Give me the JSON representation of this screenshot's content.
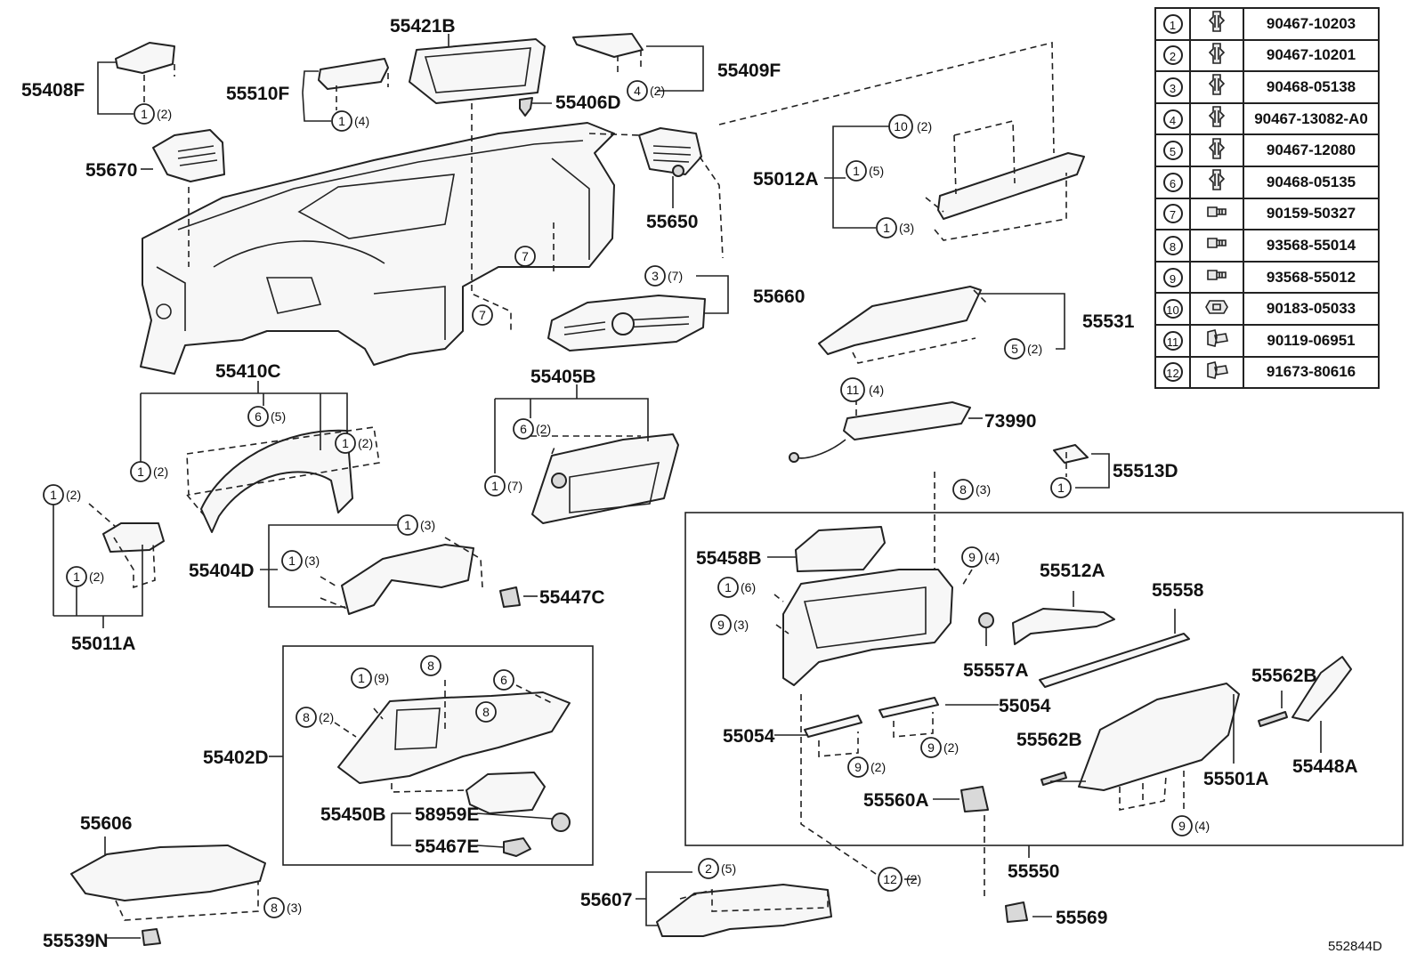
{
  "catalog_code": "552844D",
  "fastener_table": [
    {
      "key": "1",
      "icon": "clip-icon",
      "part_no": "90467-10203"
    },
    {
      "key": "2",
      "icon": "clip-icon",
      "part_no": "90467-10201"
    },
    {
      "key": "3",
      "icon": "clip-icon",
      "part_no": "90468-05138"
    },
    {
      "key": "4",
      "icon": "clip-icon",
      "part_no": "90467-13082-A0"
    },
    {
      "key": "5",
      "icon": "clip-icon",
      "part_no": "90467-12080"
    },
    {
      "key": "6",
      "icon": "clip-icon",
      "part_no": "90468-05135"
    },
    {
      "key": "7",
      "icon": "screw-icon",
      "part_no": "90159-50327"
    },
    {
      "key": "8",
      "icon": "screw-icon",
      "part_no": "93568-55014"
    },
    {
      "key": "9",
      "icon": "screw-icon",
      "part_no": "93568-55012"
    },
    {
      "key": "10",
      "icon": "nut-icon",
      "part_no": "90183-05033"
    },
    {
      "key": "11",
      "icon": "bolt-icon",
      "part_no": "90119-06951"
    },
    {
      "key": "12",
      "icon": "bolt-icon",
      "part_no": "91673-80616"
    }
  ],
  "part_labels": {
    "p55421B": "55421B",
    "p55408F": "55408F",
    "p55510F": "55510F",
    "p55409F": "55409F",
    "p55406D": "55406D",
    "p55670": "55670",
    "p55650": "55650",
    "p55012A": "55012A",
    "p55660": "55660",
    "p55531": "55531",
    "p55410C": "55410C",
    "p55405B": "55405B",
    "p73990": "73990",
    "p55513D": "55513D",
    "p55404D": "55404D",
    "p55447C": "55447C",
    "p55011A": "55011A",
    "p55458B": "55458B",
    "p55512A": "55512A",
    "p55558": "55558",
    "p55557A": "55557A",
    "p55402D": "55402D",
    "p55054a": "55054",
    "p55054b": "55054",
    "p55562Ba": "55562B",
    "p55562Bb": "55562B",
    "p55501A": "55501A",
    "p55448A": "55448A",
    "p55560A": "55560A",
    "p55450B": "55450B",
    "p58959E": "58959E",
    "p55467E": "55467E",
    "p55606": "55606",
    "p55550": "55550",
    "p55607": "55607",
    "p55569": "55569",
    "p55539N": "55539N"
  },
  "callouts": {
    "c01": {
      "num": "1",
      "qty": "(2)"
    },
    "c02": {
      "num": "1",
      "qty": "(4)"
    },
    "c03": {
      "num": "4",
      "qty": "(2)"
    },
    "c04": {
      "num": "10",
      "qty": "(2)"
    },
    "c05": {
      "num": "1",
      "qty": "(5)"
    },
    "c06": {
      "num": "1",
      "qty": "(3)"
    },
    "c07": {
      "num": "7",
      "qty": ""
    },
    "c08": {
      "num": "7",
      "qty": ""
    },
    "c09": {
      "num": "3",
      "qty": "(7)"
    },
    "c10": {
      "num": "5",
      "qty": "(2)"
    },
    "c11": {
      "num": "6",
      "qty": "(5)"
    },
    "c12": {
      "num": "1",
      "qty": "(2)"
    },
    "c13": {
      "num": "1",
      "qty": "(2)"
    },
    "c14": {
      "num": "6",
      "qty": "(2)"
    },
    "c15": {
      "num": "1",
      "qty": "(7)"
    },
    "c16": {
      "num": "11",
      "qty": "(4)"
    },
    "c17": {
      "num": "8",
      "qty": "(3)"
    },
    "c18": {
      "num": "1",
      "qty": ""
    },
    "c19": {
      "num": "1",
      "qty": "(2)"
    },
    "c20": {
      "num": "1",
      "qty": "(2)"
    },
    "c21": {
      "num": "1",
      "qty": "(3)"
    },
    "c22": {
      "num": "1",
      "qty": "(3)"
    },
    "c23": {
      "num": "9",
      "qty": "(4)"
    },
    "c24": {
      "num": "1",
      "qty": "(6)"
    },
    "c25": {
      "num": "9",
      "qty": "(3)"
    },
    "c26": {
      "num": "1",
      "qty": "(9)"
    },
    "c27": {
      "num": "8",
      "qty": ""
    },
    "c28": {
      "num": "6",
      "qty": ""
    },
    "c29": {
      "num": "8",
      "qty": "(2)"
    },
    "c30": {
      "num": "8",
      "qty": ""
    },
    "c31": {
      "num": "9",
      "qty": "(2)"
    },
    "c32": {
      "num": "9",
      "qty": "(2)"
    },
    "c33": {
      "num": "9",
      "qty": "(4)"
    },
    "c34": {
      "num": "8",
      "qty": "(3)"
    },
    "c35": {
      "num": "2",
      "qty": "(5)"
    },
    "c36": {
      "num": "12",
      "qty": "(2)"
    }
  }
}
